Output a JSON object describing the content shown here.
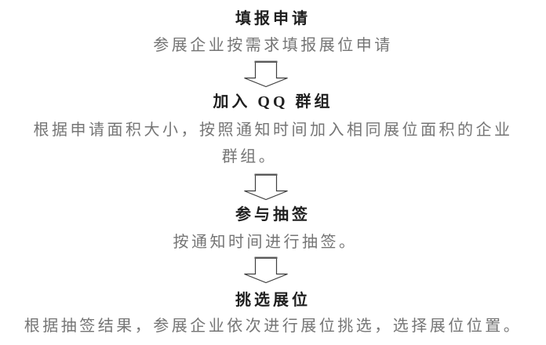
{
  "page": {
    "background": "#ffffff",
    "title_color": "#1f1f1f",
    "body_color": "#757575",
    "arrow_stroke": "#3f3f3f",
    "arrow_fill": "#ffffff",
    "connector_shape": "down-block-arrow"
  },
  "flow": {
    "steps": [
      {
        "title": "填报申请",
        "lines": [
          "参展企业按需求填报展位申请"
        ]
      },
      {
        "title": "加入 QQ 群组",
        "lines": [
          "根据申请面积大小，按照通知时间加入相同展位面积的企业",
          "群组。"
        ]
      },
      {
        "title": "参与抽签",
        "lines": [
          "按通知时间进行抽签。"
        ]
      },
      {
        "title": "挑选展位",
        "lines": [
          "根据抽签结果，参展企业依次进行展位挑选，选择展位位置。"
        ]
      }
    ]
  }
}
